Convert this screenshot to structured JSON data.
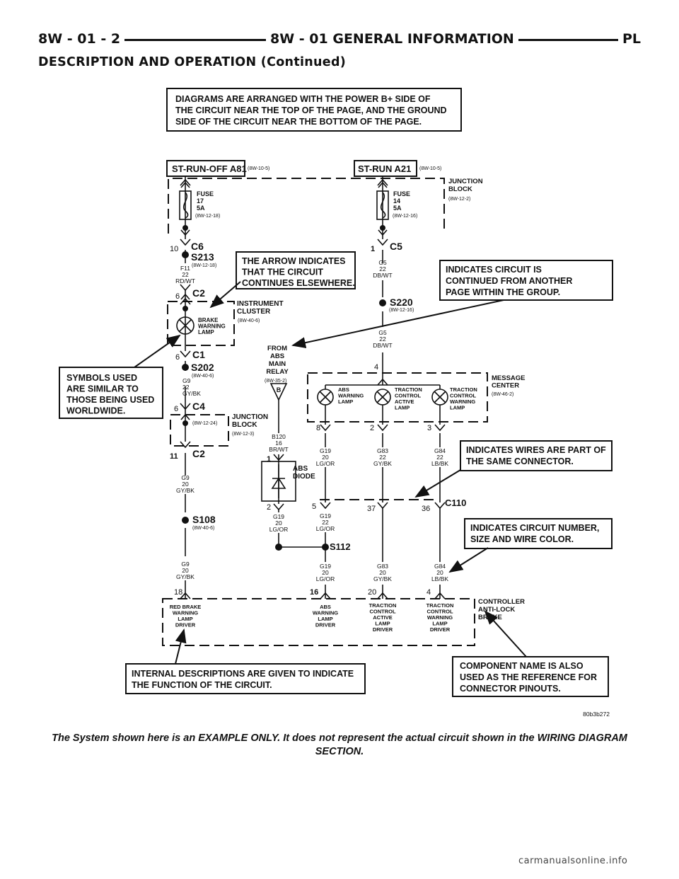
{
  "header": {
    "left": "8W - 01 - 2",
    "center": "8W - 01 GENERAL INFORMATION",
    "right": "PL"
  },
  "subtitle": "DESCRIPTION AND OPERATION (Continued)",
  "callouts": {
    "top": [
      "DIAGRAMS ARE ARRANGED WITH THE POWER B+ SIDE OF",
      "THE CIRCUIT NEAR THE TOP OF THE PAGE, AND THE GROUND",
      "SIDE OF THE CIRCUIT NEAR THE BOTTOM OF THE PAGE."
    ],
    "arrow": [
      "THE ARROW INDICATES",
      "THAT THE CIRCUIT",
      "CONTINUES ELSEWHERE."
    ],
    "continued": [
      "INDICATES CIRCUIT IS",
      "CONTINUED FROM ANOTHER",
      "PAGE WITHIN THE GROUP."
    ],
    "symbols": [
      "SYMBOLS USED",
      "ARE SIMILAR TO",
      "THOSE BEING USED",
      "WORLDWIDE."
    ],
    "connector": [
      "INDICATES WIRES ARE PART OF",
      "THE SAME CONNECTOR."
    ],
    "circuit": [
      "INDICATES CIRCUIT NUMBER,",
      "SIZE AND WIRE COLOR."
    ],
    "internal": [
      "INTERNAL DESCRIPTIONS ARE GIVEN TO INDICATE",
      "THE FUNCTION OF THE CIRCUIT."
    ],
    "component": [
      "COMPONENT NAME IS ALSO",
      "USED AS THE REFERENCE FOR",
      "CONNECTOR PINOUTS."
    ]
  },
  "diagram": {
    "power_left": "ST-RUN-OFF A81",
    "power_left_ref": "(8W-10-5)",
    "power_right": "ST-RUN A21",
    "power_right_ref": "(8W-10-5)",
    "junction_block_top": [
      "JUNCTION",
      "BLOCK"
    ],
    "junction_block_top_ref": "(8W-12-2)",
    "fuse17": [
      "FUSE",
      "17",
      "5A"
    ],
    "fuse17_ref": "(8W-12-18)",
    "fuse14": [
      "FUSE",
      "14",
      "5A"
    ],
    "fuse14_ref": "(8W-12-16)",
    "pin_10": "10",
    "c6": "C6",
    "s213": "S213",
    "s213_ref": "(8W-12-18)",
    "f11_wire": [
      "F11",
      "22",
      "RD/WT"
    ],
    "pin_1_c5": "1",
    "c5": "C5",
    "g5_wire_a": [
      "G5",
      "22",
      "DB/WT"
    ],
    "s220": "S220",
    "s220_ref": "(8W-12-16)",
    "g5_wire_b": [
      "G5",
      "22",
      "DB/WT"
    ],
    "pin_6_c2": "6",
    "c2_top": "C2",
    "instrument_cluster": [
      "INSTRUMENT",
      "CLUSTER"
    ],
    "instrument_cluster_ref": "(8W-40-6)",
    "brake_lamp": [
      "BRAKE",
      "WARNING",
      "LAMP"
    ],
    "pin_6_c1": "6",
    "c1": "C1",
    "s202": "S202",
    "s202_ref": "(8W-40-6)",
    "g9_wire_a": [
      "G9",
      "22",
      "GY/BK"
    ],
    "pin_6_c4": "6",
    "c4": "C4",
    "jb_ref_a": "(8W-12-24)",
    "junction_block_mid": [
      "JUNCTION",
      "BLOCK"
    ],
    "jb_ref_b": "(8W-12-3)",
    "pin_11": "11",
    "c2_bottom": "C2",
    "g9_wire_b": [
      "G9",
      "20",
      "GY/BK"
    ],
    "s108": "S108",
    "s108_ref": "(8W-40-6)",
    "g9_wire_c": [
      "G9",
      "20",
      "GY/BK"
    ],
    "from_relay": [
      "FROM",
      "ABS",
      "MAIN",
      "RELAY"
    ],
    "relay_ref": "(8W-35-2)",
    "relay_letter": "B",
    "b120_wire": [
      "B120",
      "16",
      "BR/WT"
    ],
    "pin_1_diode": "1",
    "abs_diode": [
      "ABS",
      "DIODE"
    ],
    "pin_2_diode": "2",
    "g19_wire_a": [
      "G19",
      "20",
      "LG/OR"
    ],
    "pin_4_msg": "4",
    "message_center": [
      "MESSAGE",
      "CENTER"
    ],
    "message_center_ref": "(8W-46-2)",
    "abs_lamp": [
      "ABS",
      "WARNING",
      "LAMP"
    ],
    "tc_active_lamp": [
      "TRACTION",
      "CONTROL",
      "ACTIVE",
      "LAMP"
    ],
    "tc_warning_lamp": [
      "TRACTION",
      "CONTROL",
      "WARNING",
      "LAMP"
    ],
    "pin_8": "8",
    "pin_2_mc": "2",
    "pin_3": "3",
    "g19_wire_b": [
      "G19",
      "20",
      "LG/OR"
    ],
    "g83_wire_a": [
      "G83",
      "22",
      "GY/BK"
    ],
    "g84_wire_a": [
      "G84",
      "22",
      "LB/BK"
    ],
    "pin_5": "5",
    "pin_37": "37",
    "pin_36": "36",
    "c110": "C110",
    "g19_wire_c": [
      "G19",
      "22",
      "LG/OR"
    ],
    "s112": "S112",
    "g19_wire_d": [
      "G19",
      "20",
      "LG/OR"
    ],
    "g83_wire_b": [
      "G83",
      "20",
      "GY/BK"
    ],
    "g84_wire_b": [
      "G84",
      "20",
      "LB/BK"
    ],
    "pin_18": "18",
    "pin_16": "16",
    "pin_20": "20",
    "pin_4_cab": "4",
    "controller": [
      "CONTROLLER",
      "ANTI-LOCK",
      "BRAKE"
    ],
    "driver_red_brake": [
      "RED BRAKE",
      "WARNING",
      "LAMP",
      "DRIVER"
    ],
    "driver_abs": [
      "ABS",
      "WARNING",
      "LAMP",
      "DRIVER"
    ],
    "driver_tc_active": [
      "TRACTION",
      "CONTROL",
      "ACTIVE",
      "LAMP",
      "DRIVER"
    ],
    "driver_tc_warning": [
      "TRACTION",
      "CONTROL",
      "WARNING",
      "LAMP",
      "DRIVER"
    ],
    "figure_id": "80b3b272"
  },
  "caption": "The System shown here is an EXAMPLE ONLY. It does not represent the actual circuit shown in the WIRING DIAGRAM SECTION.",
  "watermark": "carmanualsonline.info"
}
